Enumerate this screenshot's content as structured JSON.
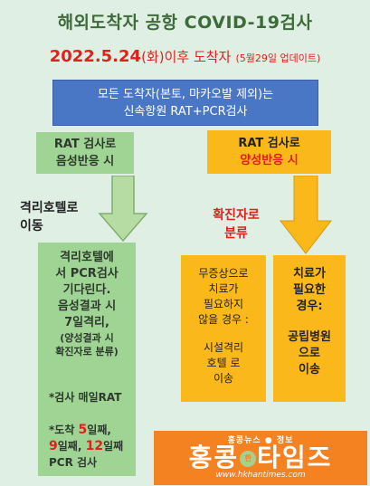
{
  "title": "해외도착자 공항 COVID-19검사",
  "date": {
    "main": "2022.5.24",
    "weekday": "(화)",
    "text": "이후 도착자",
    "update": "(5월29일 업데이트)"
  },
  "all_arrivals": [
    "모든 도착자(본토, 마카오발 제외)는",
    "신속항원 RAT+PCR검사"
  ],
  "negative": {
    "line1": "RAT 검사로",
    "line2": "음성반응 시"
  },
  "positive": {
    "line1": "RAT 검사로",
    "line2": "양성반응 시"
  },
  "hotel_label": [
    "격리호텔로",
    "이동"
  ],
  "confirmed_label": [
    "확진자로",
    "분류"
  ],
  "hotel_box": {
    "lines": [
      "격리호텔에",
      "서 PCR검사",
      "기다린다.",
      "음성결과 시",
      "7일격리,"
    ],
    "note": [
      "(양성결과 시",
      "확진자로 분류)"
    ]
  },
  "rat_daily": "*검사 매일RAT",
  "visit": {
    "prefix": "*도착 ",
    "d1": "5",
    "s1": "일째,",
    "d2": "9",
    "s2": "일째, ",
    "d3": "12",
    "s3": "일째",
    "tail": "PCR 검사"
  },
  "mild_box": [
    "무증상으로",
    "치료가",
    "필요하지",
    "않을 경우 :",
    "",
    "시설격리",
    "호텔 로",
    "이송"
  ],
  "treat_box": [
    "치료가",
    "필요한",
    "경우:",
    "",
    "공립병원",
    "으로",
    "이송"
  ],
  "logo": {
    "top": "홍콩뉴스 ● 정보",
    "left": "홍콩",
    "dot_a": "WHK",
    "dot_b": "한",
    "right": "타임즈",
    "url": "www.hkhantimes.com"
  },
  "colors": {
    "green": "#9fd494",
    "orange": "#fbb81a",
    "blue": "#4a76c6",
    "red": "#e0201c",
    "logo": "#f58220"
  }
}
